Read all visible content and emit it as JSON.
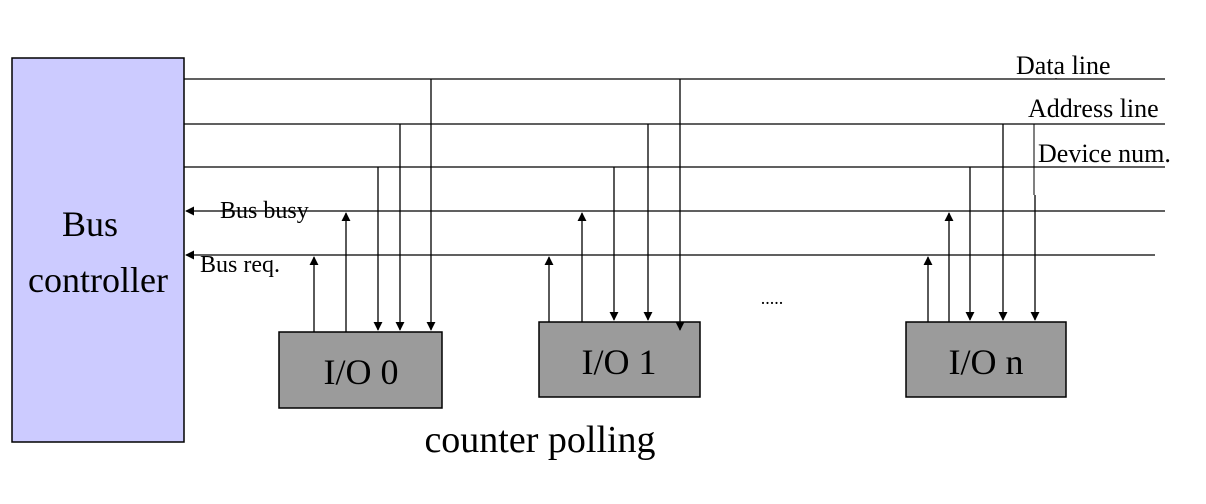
{
  "controller": {
    "line1": "Bus",
    "line2": "controller",
    "fill": "#cccbff"
  },
  "signals": {
    "data_line": "Data line",
    "address_line": "Address line",
    "device_num": "Device num.",
    "bus_busy": "Bus busy",
    "bus_req": "Bus req."
  },
  "devices": [
    {
      "label": "I/O 0"
    },
    {
      "label": "I/O 1"
    },
    {
      "label": "I/O n"
    }
  ],
  "device_fill": "#9b9b9b",
  "ellipsis": ".....",
  "caption": "counter polling"
}
